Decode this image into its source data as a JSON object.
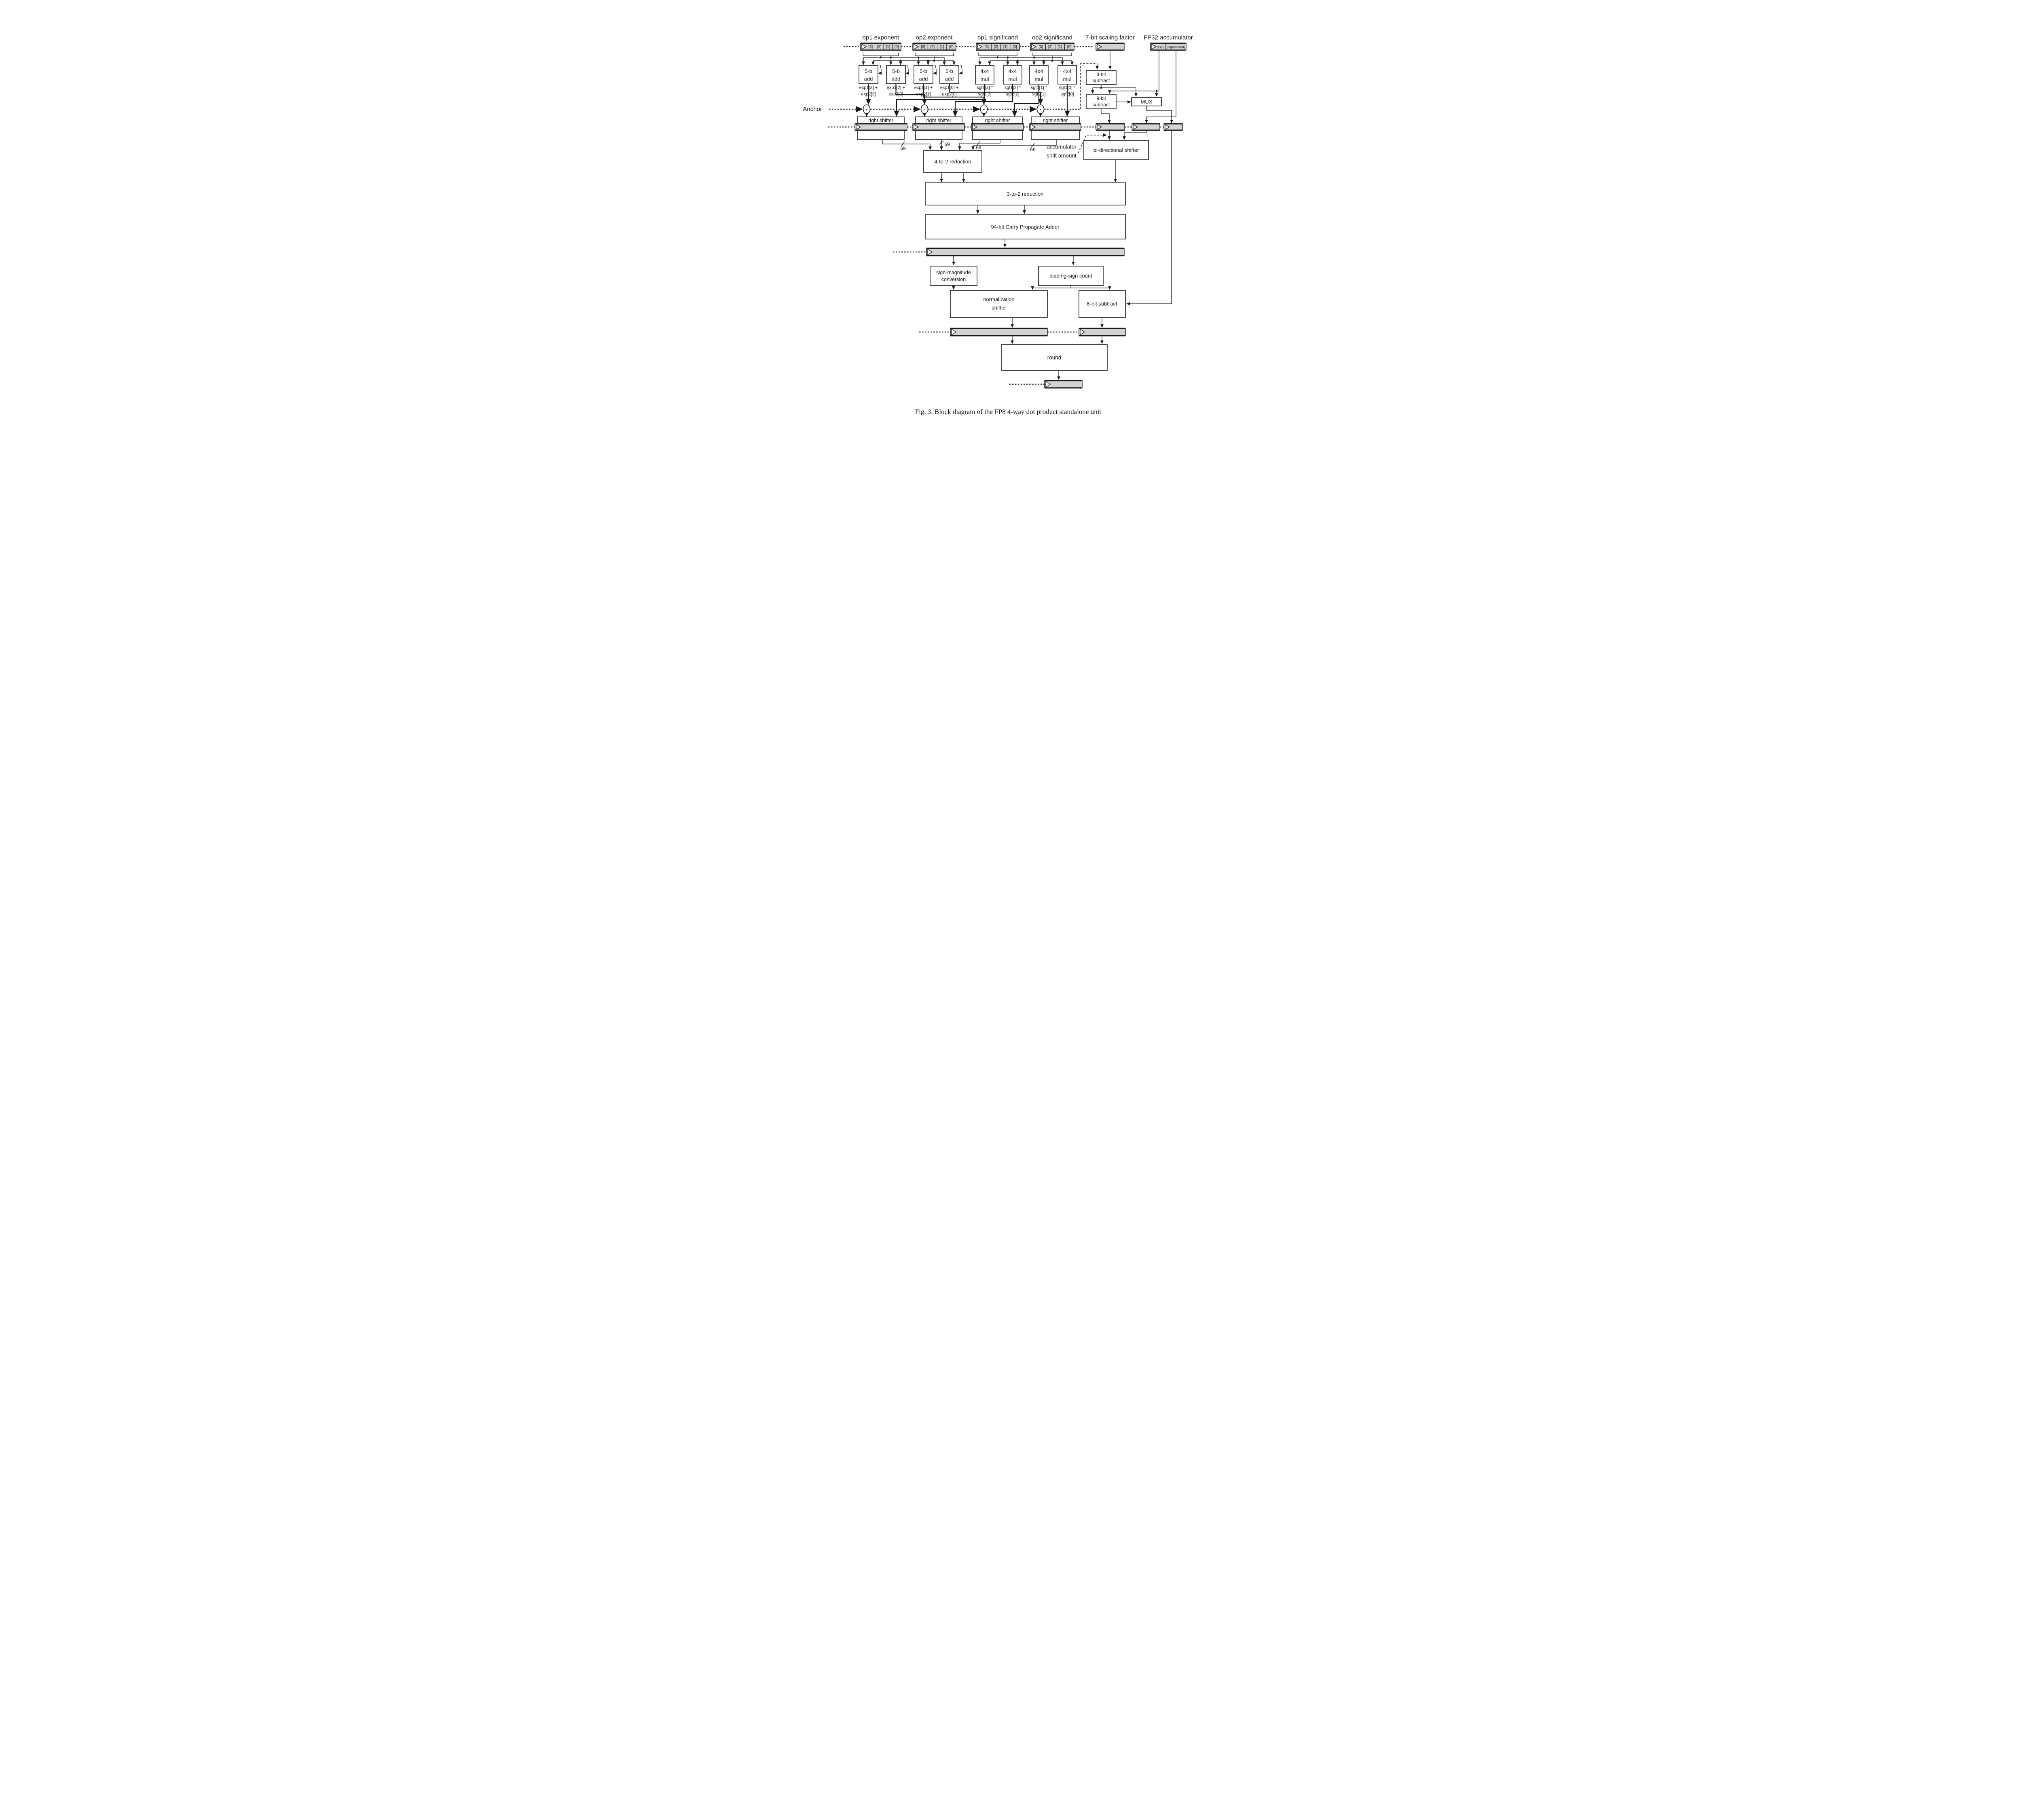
{
  "colors": {
    "background": "#ffffff",
    "register_fill": "#d3d3d3",
    "line": "#1a1a1a"
  },
  "top_groups": [
    {
      "label": "op1 exponent",
      "cells": [
        "[3]",
        "[2]",
        "[1]",
        "[0]"
      ]
    },
    {
      "label": "op2 exponent",
      "cells": [
        "[3]",
        "[2]",
        "[1]",
        "[0]"
      ]
    },
    {
      "label": "op1 significand",
      "cells": [
        "[3]",
        "[2]",
        "[1]",
        "[0]"
      ]
    },
    {
      "label": "op2 significand",
      "cells": [
        "[3]",
        "[2]",
        "[1]",
        "[0]"
      ]
    },
    {
      "label": "7-bit scaling factor",
      "cells": []
    },
    {
      "label": "FP32 accumulator",
      "cells": [
        "[exp]",
        "[significand]"
      ]
    }
  ],
  "adders": [
    {
      "line1": "5-b",
      "line2": "add",
      "carry": "1",
      "sub1": "exp1[3] +",
      "sub2": "exp2[3]"
    },
    {
      "line1": "5-b",
      "line2": "add",
      "carry": "1",
      "sub1": "exp1[2] +",
      "sub2": "exp2[2]"
    },
    {
      "line1": "5-b",
      "line2": "add",
      "carry": "1",
      "sub1": "exp1[1] +",
      "sub2": "exp2[1]"
    },
    {
      "line1": "5-b",
      "line2": "add",
      "carry": "1",
      "sub1": "exp1[0] +",
      "sub2": "exp2[0]"
    }
  ],
  "muls": [
    {
      "line1": "4x4",
      "line2": "mul",
      "sub1": "sgf1[3] *",
      "sub2": "sgf2[3]"
    },
    {
      "line1": "4x4",
      "line2": "mul",
      "sub1": "sgf1[2] *",
      "sub2": "sgf2[2]"
    },
    {
      "line1": "4x4",
      "line2": "mul",
      "sub1": "sgf1[1] *",
      "sub2": "sgf2[1]"
    },
    {
      "line1": "4x4",
      "line2": "mul",
      "sub1": "sgf1[0] *",
      "sub2": "sgf2[0]"
    }
  ],
  "anchor": {
    "label": "Anchor",
    "minus": "-"
  },
  "shifter": {
    "label": "right shifter",
    "bus_width": "69"
  },
  "blocks": {
    "sub8top": {
      "line1": "8-bit",
      "line2": "subtract"
    },
    "sub9": {
      "line1": "9-bit",
      "line2": "subtract"
    },
    "mux": "MUX",
    "bidir": "bi-directional shifter",
    "red42": "4-to-2 reduction",
    "red32": "3-to-2 reduction",
    "cpa": "94-bit Carry Propagate Adder",
    "signmag": {
      "line1": "sign-magnitude",
      "line2": "conversion"
    },
    "lsc": "leading-sign count",
    "norm": {
      "line1": "normalization",
      "line2": "shifter"
    },
    "sub8bot": "8-bit subtract",
    "round": "round"
  },
  "annotation": {
    "line1": "accumulator",
    "line2": "shift amount"
  },
  "caption": "Fig. 3.  Block diagram of the FP8 4-way dot product standalone unit"
}
